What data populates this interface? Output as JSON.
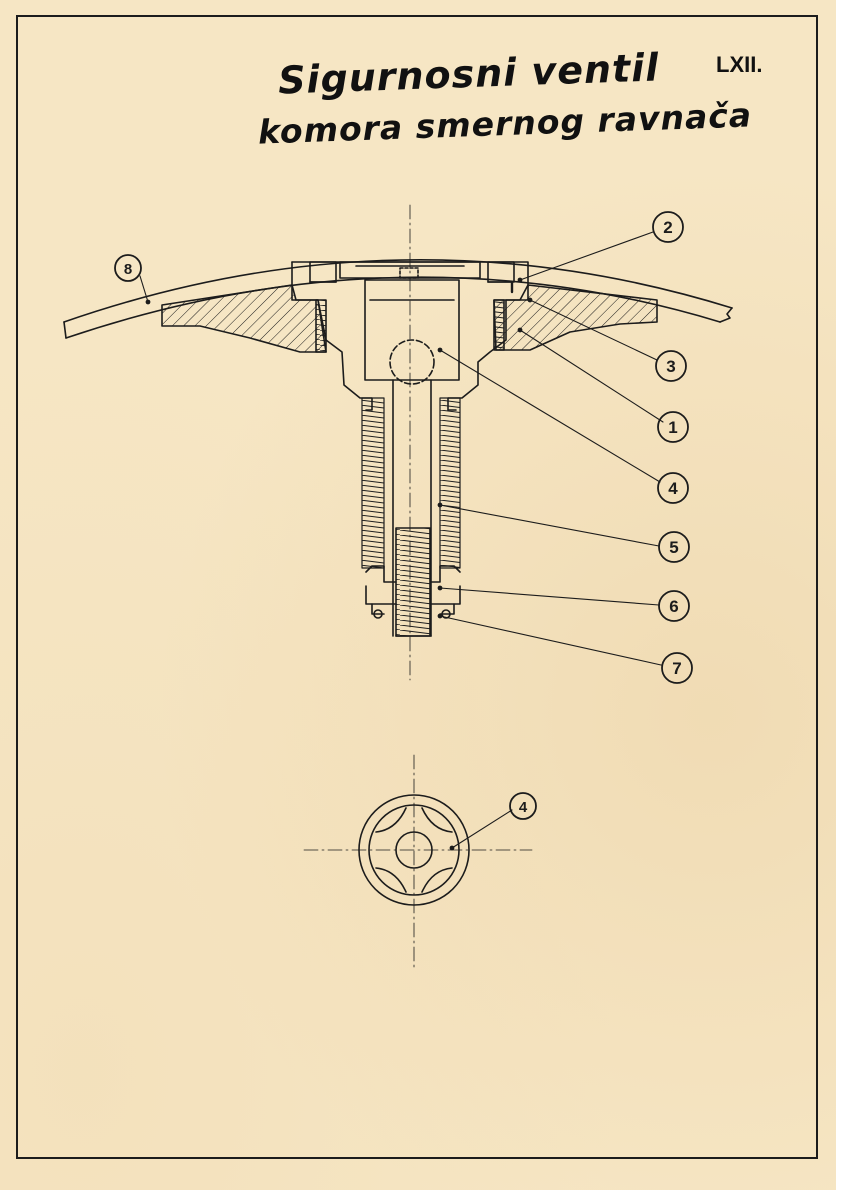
{
  "title": {
    "line1": "Sigurnosni ventil",
    "line2": "komora smernog ravnača"
  },
  "sheet_number": "LXII.",
  "callouts": {
    "c1": "1",
    "c2": "2",
    "c3": "3",
    "c4": "4",
    "c5": "5",
    "c6": "6",
    "c7": "7",
    "c8": "8",
    "c4_plan": "4"
  },
  "colors": {
    "paper": "#f6e6c4",
    "ink": "#1c1c1c"
  }
}
